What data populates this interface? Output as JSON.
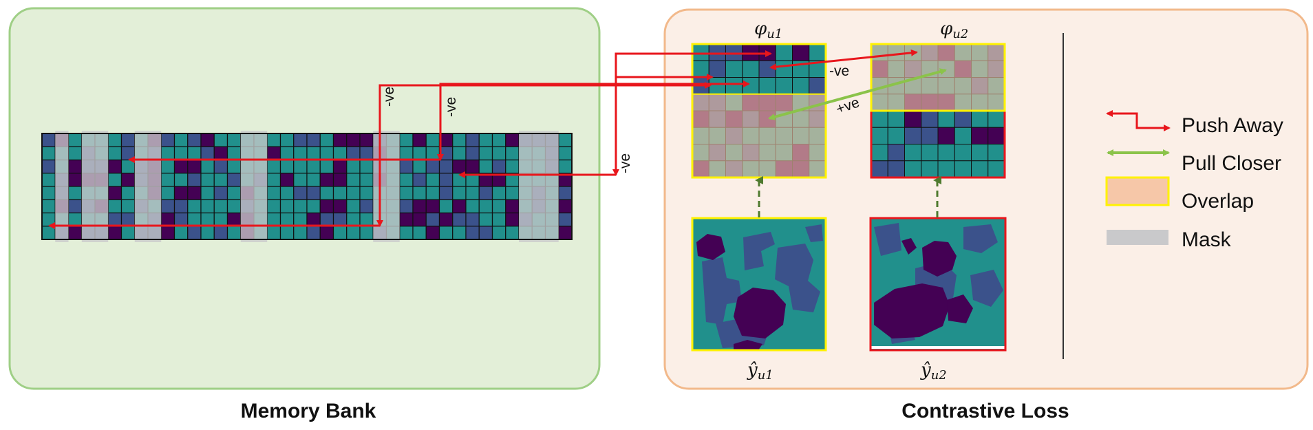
{
  "panels": {
    "memory_bank": {
      "caption": "Memory Bank"
    },
    "contrastive_loss": {
      "caption": "Contrastive Loss"
    }
  },
  "features": {
    "u1": {
      "symbol": "φ",
      "subscript": "u1"
    },
    "u2": {
      "symbol": "φ",
      "subscript": "u2"
    }
  },
  "predictions": {
    "u1": {
      "symbol": "ŷ",
      "subscript": "u1"
    },
    "u2": {
      "symbol": "ŷ",
      "subscript": "u2"
    }
  },
  "arrow_labels": {
    "neg_1": "-ve",
    "neg_2": "-ve",
    "neg_3": "-ve",
    "neg_4": "-ve",
    "pos": "+ve"
  },
  "legend": {
    "push_away": "Push Away",
    "pull_closer": "Pull Closer",
    "overlap": "Overlap",
    "mask": "Mask"
  },
  "colors": {
    "teal": "#21908C",
    "blue": "#3B528B",
    "purple": "#440154",
    "push_arrow": "#E8161C",
    "pull_arrow": "#8BC34A",
    "overlap_fill": "#F6C7A8",
    "overlap_border": "#FFF200",
    "u2_border": "#E8161C",
    "mask": "#C9C9CB",
    "memory_bg": "#E3EFD8",
    "memory_border": "#9FCF86",
    "contrast_bg": "#FBEFE7",
    "contrast_border": "#F2B98B"
  }
}
